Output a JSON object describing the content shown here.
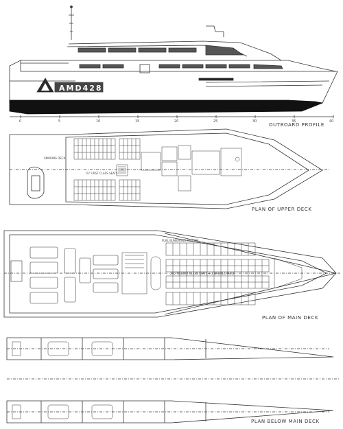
{
  "drawing": {
    "brand_mark": "AMD428",
    "views": {
      "outboard_profile": "OUTBOARD PROFILE",
      "upper_deck": "PLAN OF UPPER DECK",
      "main_deck": "PLAN OF MAIN DECK",
      "below_main_deck": "PLAN BELOW MAIN DECK"
    },
    "frame_scale": [
      "0",
      "5",
      "10",
      "15",
      "20",
      "25",
      "30",
      "35",
      "40"
    ],
    "upper_deck_labels": [
      "SMOKING DECK",
      "67 FIRST CLASS SEATS"
    ],
    "main_deck_labels": [
      "240 TOURIST CLASS SEATS + 2 WHEELCHAIRS",
      "FUEL BUNKERING STATION"
    ]
  },
  "colors": {
    "line": "#333333",
    "hull_dark": "#111111",
    "paper": "#ffffff",
    "logo_bg": "#2b2b2b"
  }
}
